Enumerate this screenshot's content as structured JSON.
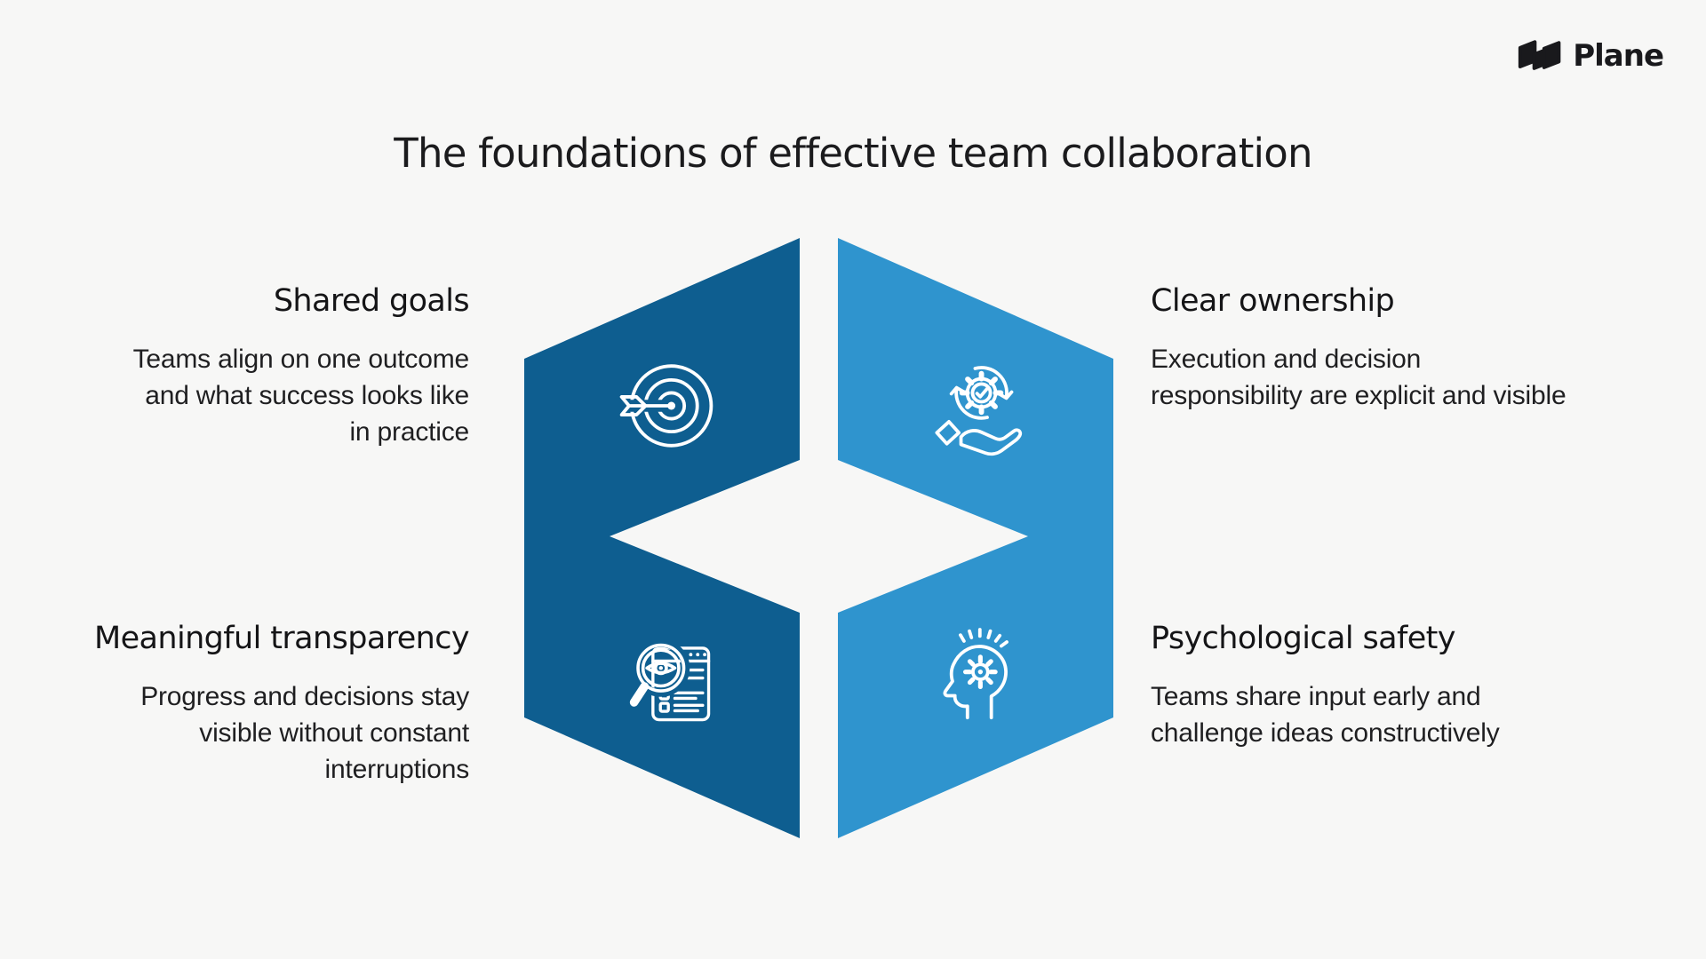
{
  "title": "The foundations of effective team collaboration",
  "logo": {
    "text": "Plane",
    "mark": "plane-logo-mark-icon"
  },
  "colors": {
    "background": "#f7f7f6",
    "dark_blue": "#0e5e90",
    "light_blue": "#2f94ce",
    "text_dark": "#1a1a1a",
    "icon_stroke": "#ffffff",
    "logo_black": "#19191c"
  },
  "diagram": {
    "shape": "split-hexagon with central diamond cutout",
    "left_half_color": "#0e5e90",
    "right_half_color": "#2f94ce"
  },
  "sections": [
    {
      "id": "shared-goals",
      "title": "Shared goals",
      "lines": [
        "Teams align on one outcome",
        "and what success looks like",
        "in practice"
      ],
      "icon": "target-arrow-icon",
      "quadrant": "top-left"
    },
    {
      "id": "clear-ownership",
      "title": "Clear ownership",
      "lines": [
        "Execution and decision",
        "responsibility are explicit and visible"
      ],
      "icon": "gear-hand-icon",
      "quadrant": "top-right"
    },
    {
      "id": "meaningful-transparency",
      "title": "Meaningful transparency",
      "lines": [
        "Progress and decisions stay",
        "visible without constant",
        "interruptions"
      ],
      "icon": "magnifier-eye-document-icon",
      "quadrant": "bottom-left"
    },
    {
      "id": "psychological-safety",
      "title": "Psychological safety",
      "lines": [
        "Teams share input early and",
        "challenge ideas constructively"
      ],
      "icon": "head-gear-icon",
      "quadrant": "bottom-right"
    }
  ]
}
